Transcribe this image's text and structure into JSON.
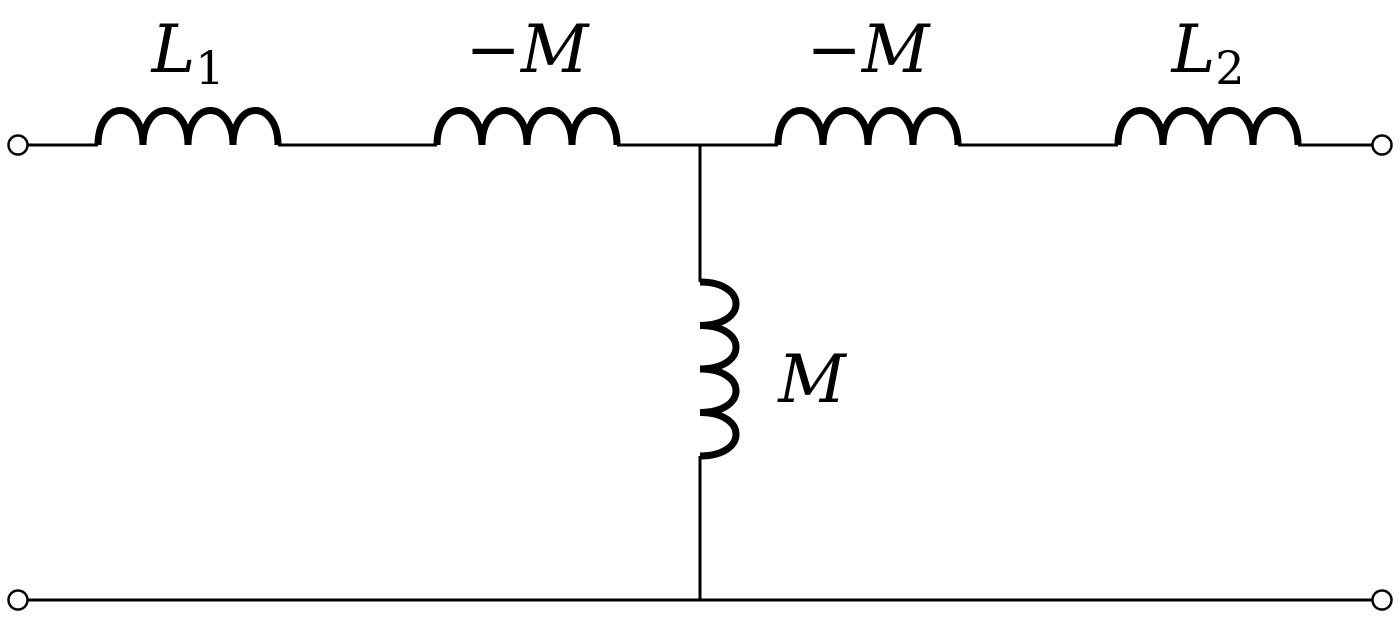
{
  "diagram": {
    "type": "circuit",
    "inductors": [
      {
        "id": "L1",
        "label": "L",
        "subscript": "1",
        "orientation": "horizontal"
      },
      {
        "id": "mM1",
        "label": "−M",
        "subscript": "",
        "orientation": "horizontal"
      },
      {
        "id": "mM2",
        "label": "−M",
        "subscript": "",
        "orientation": "horizontal"
      },
      {
        "id": "L2",
        "label": "L",
        "subscript": "2",
        "orientation": "horizontal"
      },
      {
        "id": "M",
        "label": "M",
        "subscript": "",
        "orientation": "vertical"
      }
    ],
    "terminals": [
      "in-top",
      "out-top",
      "in-bottom",
      "out-bottom"
    ],
    "colors": {
      "stroke": "#000000",
      "background": "#ffffff"
    }
  }
}
